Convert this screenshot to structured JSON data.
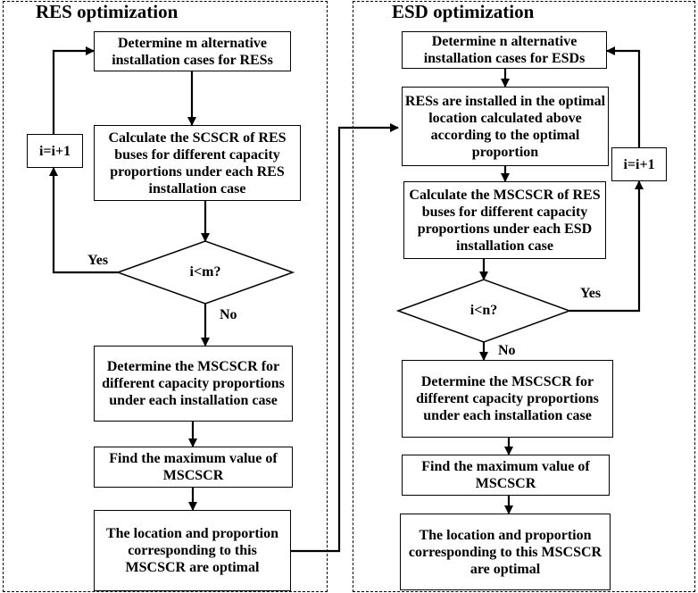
{
  "left": {
    "title": "RES optimization",
    "step1": "Determine m alternative installation cases for RESs",
    "step2": "Calculate the SCSCR of RES buses for different capacity proportions under each RES installation case",
    "counter": "i=i+1",
    "decision": "i<m?",
    "yes": "Yes",
    "no": "No",
    "step3": "Determine the MSCSCR for different capacity proportions under each installation case",
    "step4": "Find the maximum value of MSCSCR",
    "step5": "The location and proportion corresponding to this MSCSCR are optimal"
  },
  "right": {
    "title": "ESD optimization",
    "step1": "Determine n alternative installation cases for ESDs",
    "step2": "RESs are installed in the optimal location calculated above according to the optimal proportion",
    "step3": "Calculate the MSCSCR of RES buses for different capacity proportions under each ESD installation case",
    "counter": "i=i+1",
    "decision": "i<n?",
    "yes": "Yes",
    "no": "No",
    "step4": "Determine the MSCSCR for different capacity proportions under each installation case",
    "step5": "Find the maximum value of MSCSCR",
    "step6": "The location and proportion corresponding to this MSCSCR are optimal"
  }
}
